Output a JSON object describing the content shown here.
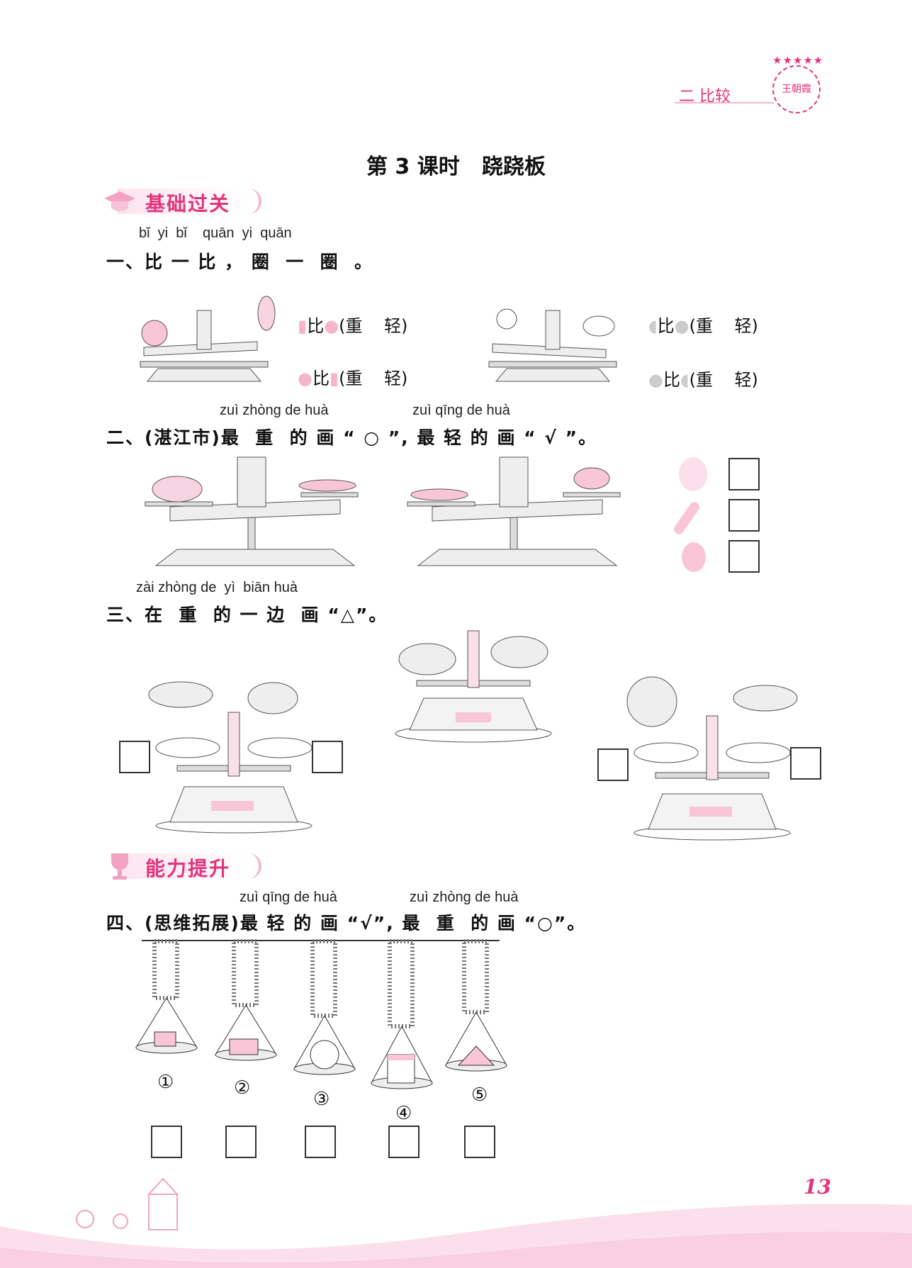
{
  "header": {
    "chapter": "二  比较",
    "logo_text": "王朝霞"
  },
  "title": "第 3 课时   跷跷板",
  "sections": {
    "basic": "基础过关",
    "advanced": "能力提升"
  },
  "q1": {
    "pinyin": "bǐ  yi  bǐ    quān  yi  quān",
    "text": "一、比 一 比 ， 圈  一  圈  。",
    "compare_word": "比",
    "options": "(重    轻)"
  },
  "q2": {
    "pinyin_a": "zuì zhòng de huà",
    "pinyin_b": "zuì qīng de huà",
    "text": "二、(湛江市)最  重  的 画 “ ○ ”, 最 轻 的 画 “ √ ”。"
  },
  "q3": {
    "pinyin": "zài zhòng de  yì  biān huà",
    "text": "三、在  重  的 一 边  画 “△”。"
  },
  "q4": {
    "pinyin_a": "zuì qīng de huà",
    "pinyin_b": "zuì zhòng de huà",
    "text": "四、(思维拓展)最 轻 的 画 “√”, 最  重  的 画 “○”。",
    "labels": [
      "①",
      "②",
      "③",
      "④",
      "⑤"
    ]
  },
  "page_number": "13",
  "colors": {
    "accent": "#e2337c",
    "pink": "#f6b4cd",
    "light_pink": "#fbe0ec"
  }
}
